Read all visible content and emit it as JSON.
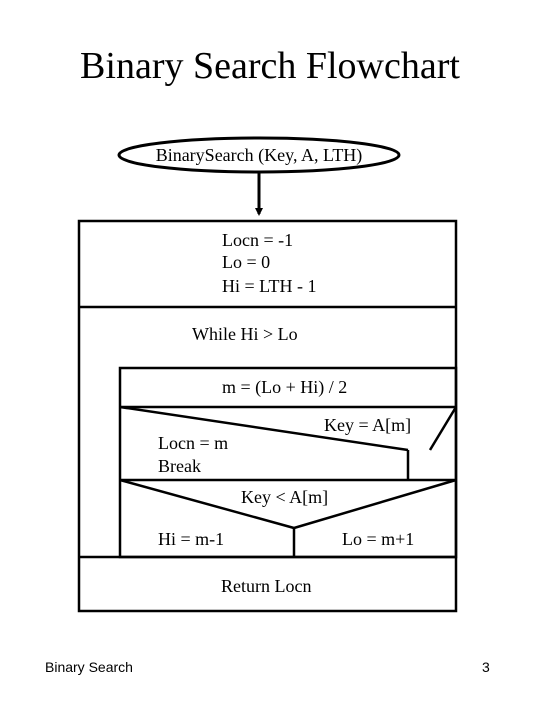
{
  "title": "Binary Search Flowchart",
  "start": {
    "label": "BinarySearch (Key, A, LTH)"
  },
  "init": {
    "lines": [
      "Locn = -1",
      "Lo = 0",
      "Hi = LTH - 1"
    ]
  },
  "loop": {
    "condition": "While Hi > Lo"
  },
  "midpoint": {
    "label": "m = (Lo + Hi) / 2"
  },
  "decision_equal": {
    "condition": "Key = A[m]",
    "true_lines": [
      "Locn = m",
      "Break"
    ]
  },
  "decision_less": {
    "condition": "Key < A[m]",
    "true_branch": "Hi = m-1",
    "false_branch": "Lo = m+1"
  },
  "return_block": {
    "label": "Return Locn"
  },
  "footer": {
    "left": "Binary Search",
    "page_number": "3"
  }
}
